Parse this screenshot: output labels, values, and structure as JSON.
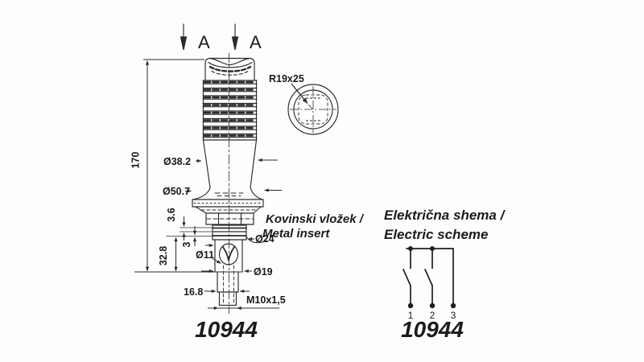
{
  "drawing": {
    "section_arrow_labels": [
      "A",
      "A"
    ],
    "dims": {
      "overall_height": "170",
      "knob_radius": "R19x25",
      "grip_diameter": "Ø38.2",
      "flange_diameter": "Ø50.7",
      "insert_gap": "3.6",
      "insert_step": "3",
      "lower_height": "32.8",
      "hole_diameter": "Ø11",
      "insert_diameter": "Ø24",
      "stem_diameter": "Ø19",
      "flat_width": "16.8",
      "thread_spec": "M10x1,5"
    },
    "insert_note": {
      "line1": "Kovinski vložek /",
      "line2": "Metal insert"
    },
    "part_number": "10944"
  },
  "scheme": {
    "title": {
      "line1": "Električna shema /",
      "line2": "Electric scheme"
    },
    "terminal_labels": [
      "1",
      "2",
      "3"
    ],
    "part_number": "10944"
  },
  "colors": {
    "line": "#2b2b2b",
    "text": "#1b1b1b",
    "background": "#fdfdfd"
  }
}
